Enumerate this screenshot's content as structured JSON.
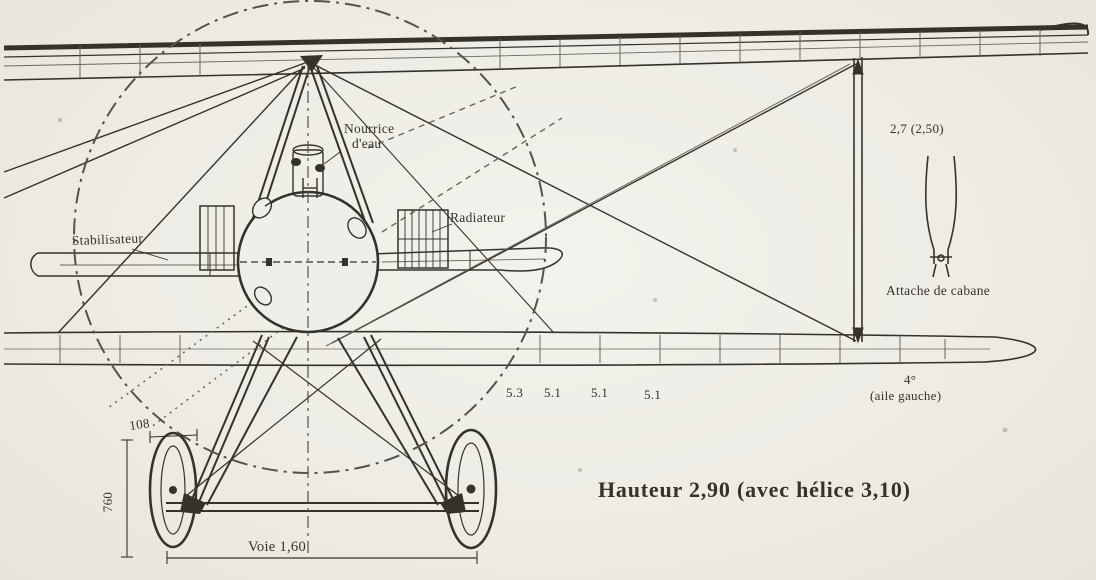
{
  "drawing": {
    "title": "Front elevation drawing of early biplane",
    "labels": {
      "stabilisateur": "Stabilisateur",
      "nourrice_line1": "Nourrice",
      "nourrice_line2": "d'eau",
      "radiateur": "Radiateur",
      "attache_cabane": "Attache de cabane",
      "strut_dim": "2,7 (2,50)",
      "spacing_dims": [
        "5.3",
        "5.1",
        "5.1",
        "5.1"
      ],
      "aile_angle": "4°",
      "aile_gauche": "(aile gauche)",
      "hauteur": "Hauteur 2,90 (avec hélice 3,10)",
      "voie": "Voie 1,60",
      "wheel_width": "108",
      "wheel_height": "760"
    },
    "colors": {
      "ink": "#35322c",
      "faded_ink": "#6b675f",
      "paper": "#efeee8"
    }
  }
}
